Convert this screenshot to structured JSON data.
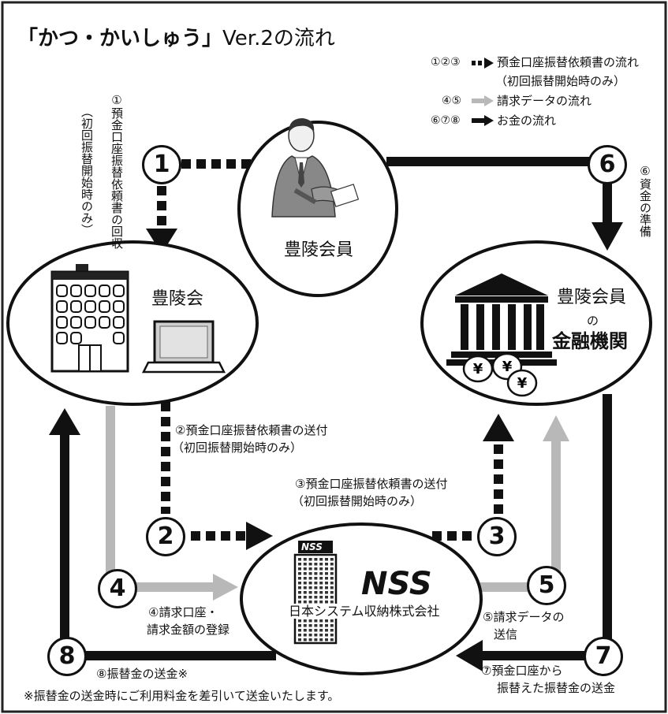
{
  "title": {
    "main": "「かつ・かいしゅう」",
    "ver": "Ver.2の流れ"
  },
  "legend": {
    "item1": {
      "nums": "①②③",
      "text": "預金口座振替依頼書の流れ",
      "sub": "（初回振替開始時のみ）"
    },
    "item2": {
      "nums": "④⑤",
      "text": "請求データの流れ"
    },
    "item3": {
      "nums": "⑥⑦⑧",
      "text": "お金の流れ"
    }
  },
  "nodes": {
    "member": "豊陵会員",
    "association": "豊陵会",
    "bank": {
      "line1": "豊陵会員",
      "line2": "の",
      "line3": "金融機関"
    },
    "nss": {
      "logo": "NSS",
      "name": "NSS",
      "full": "日本システム収納株式会社"
    }
  },
  "steps": {
    "s1": {
      "num": "1",
      "text": "①預金口座振替依頼書の回収",
      "sub": "（初回振替開始時のみ）"
    },
    "s2": {
      "num": "2",
      "line1": "②預金口座振替依頼書の送付",
      "line2": "（初回振替開始時のみ）"
    },
    "s3": {
      "num": "3",
      "line1": "③預金口座振替依頼書の送付",
      "line2": "（初回振替開始時のみ）"
    },
    "s4": {
      "num": "4",
      "line1": "④請求口座・",
      "line2": "請求金額の登録"
    },
    "s5": {
      "num": "5",
      "line1": "⑤請求データの",
      "line2": "送信"
    },
    "s6": {
      "num": "6",
      "text": "⑥資金の準備"
    },
    "s7": {
      "num": "7",
      "line1": "⑦預金口座から",
      "line2": "振替えた振替金の送金"
    },
    "s8": {
      "num": "8",
      "text": "⑧振替金の送金※"
    }
  },
  "footnote": "※振替金の送金時にご利用料金を差引いて送金いたします。",
  "colors": {
    "black": "#111111",
    "gray": "#b8b8b8",
    "border": "#222222"
  }
}
